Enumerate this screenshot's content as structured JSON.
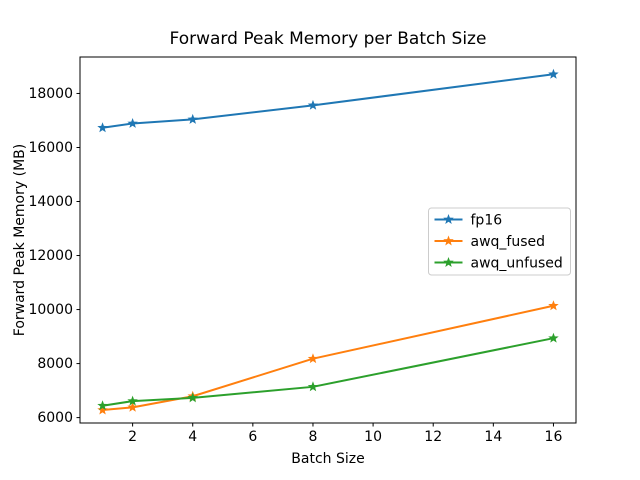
{
  "figure": {
    "title": "Forward Peak Memory per Batch Size"
  },
  "chart_data": {
    "type": "line",
    "title": "Forward Peak Memory per Batch Size",
    "xlabel": "Batch Size",
    "ylabel": "Forward Peak Memory (MB)",
    "x": [
      1,
      2,
      4,
      8,
      16
    ],
    "series": [
      {
        "name": "fp16",
        "color": "#1f77b4",
        "values": [
          16730,
          16890,
          17040,
          17560,
          18710
        ]
      },
      {
        "name": "awq_fused",
        "color": "#ff7f0e",
        "values": [
          6280,
          6380,
          6790,
          8180,
          10140
        ]
      },
      {
        "name": "awq_unfused",
        "color": "#2ca02c",
        "values": [
          6440,
          6610,
          6730,
          7140,
          8940
        ]
      }
    ],
    "marker": "star",
    "xlim": [
      0.25,
      16.75
    ],
    "ylim": [
      5800,
      19350
    ],
    "xticks": [
      2,
      4,
      6,
      8,
      10,
      12,
      14,
      16
    ],
    "yticks": [
      6000,
      8000,
      10000,
      12000,
      14000,
      16000,
      18000
    ],
    "grid": false,
    "legend_position": "center-right",
    "legend_entries": [
      "fp16",
      "awq_fused",
      "awq_unfused"
    ],
    "legend_border_color": "#cccccc",
    "axis_color": "#000000",
    "background_color": "#ffffff"
  }
}
